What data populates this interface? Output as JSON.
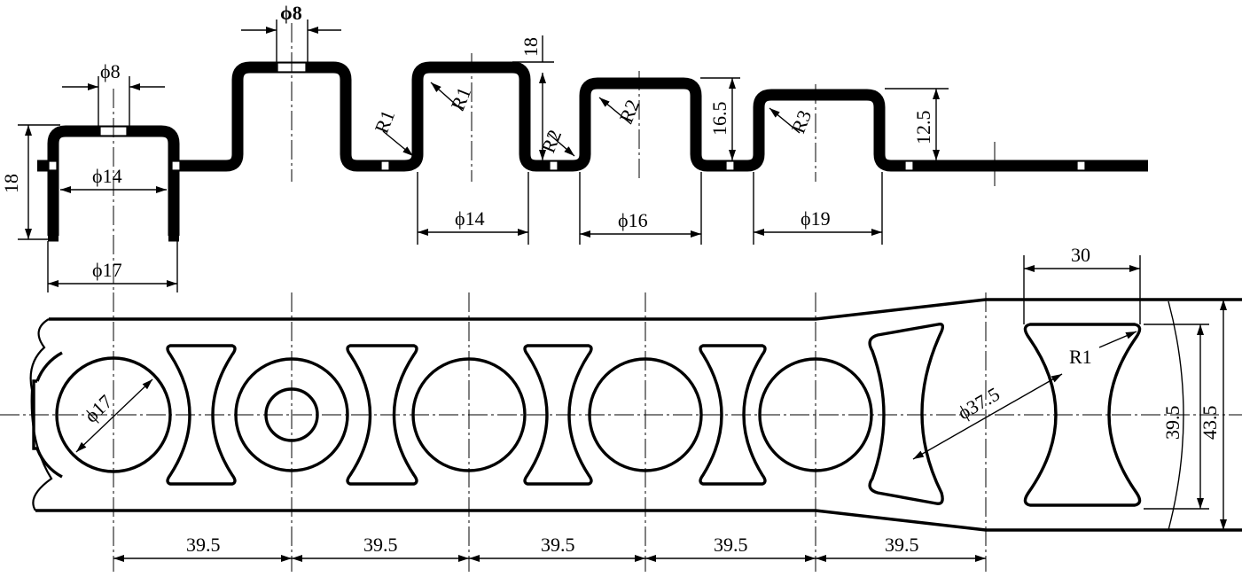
{
  "labels": {
    "d8_left": "ϕ8",
    "d8_top": "ϕ8",
    "d14_left": "ϕ14",
    "d17_left": "ϕ17",
    "h18_left": "18",
    "h18_mid": "18",
    "r1_a": "R1",
    "r1_b": "R1",
    "r2_a": "R2",
    "r2_b": "R2",
    "r3": "R3",
    "h16_5": "16.5",
    "h12_5": "12.5",
    "d14_mid": "ϕ14",
    "d16": "ϕ16",
    "d19": "ϕ19",
    "w30": "30",
    "r1_blank": "R1",
    "d17_strip": "ϕ17",
    "d37_5": "ϕ37.5",
    "w39_5_right": "39.5",
    "w43_5": "43.5",
    "pitch": [
      "39.5",
      "39.5",
      "39.5",
      "39.5",
      "39.5"
    ]
  }
}
